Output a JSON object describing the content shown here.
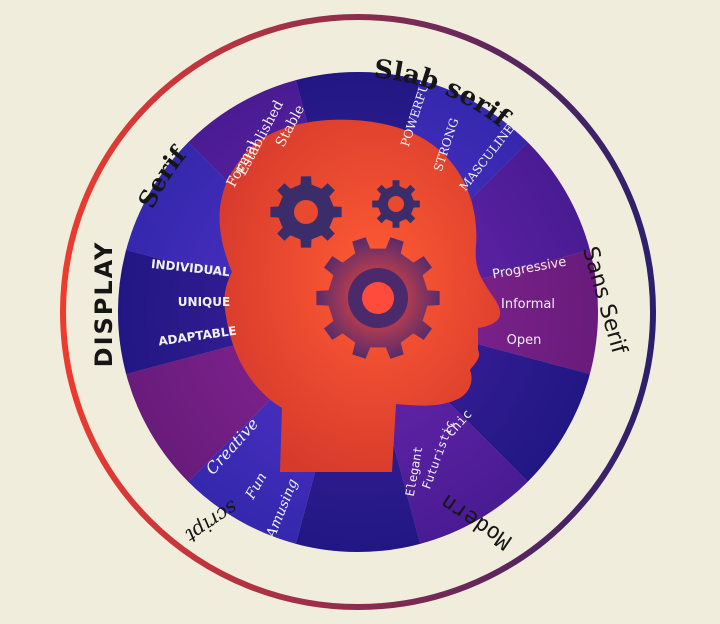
{
  "categories": {
    "serif": "Serif",
    "slab_serif": "Slab serif",
    "sans_serif": "Sans Serif",
    "modern": "Modern",
    "script": "script",
    "display": "DISPLAY"
  },
  "traits": {
    "serif": [
      "Stable",
      "Established",
      "Formal"
    ],
    "slab_serif": [
      "POWERFUL",
      "STRONG",
      "MASCULINE"
    ],
    "sans_serif": [
      "Progressive",
      "Informal",
      "Open"
    ],
    "modern": [
      "Chic",
      "Futuristic",
      "Elegant"
    ],
    "script": [
      "Creative",
      "Fun",
      "Amusing"
    ],
    "display": [
      "INDIVIDUAL",
      "UNIQUE",
      "ADAPTABLE"
    ]
  },
  "colors": {
    "background": "#f1eddc",
    "ring_start": "#e63a2e",
    "ring_end": "#2a1f6e",
    "head": "#e84a2f",
    "gear": "#3b2c6a",
    "wedge_dark": "#1c1577",
    "wedge_blue": "#3a2fb8",
    "wedge_purple": "#5a1c8f",
    "wedge_magenta": "#8a1c6a"
  },
  "icons": [
    "head-icon",
    "gear-icon"
  ]
}
